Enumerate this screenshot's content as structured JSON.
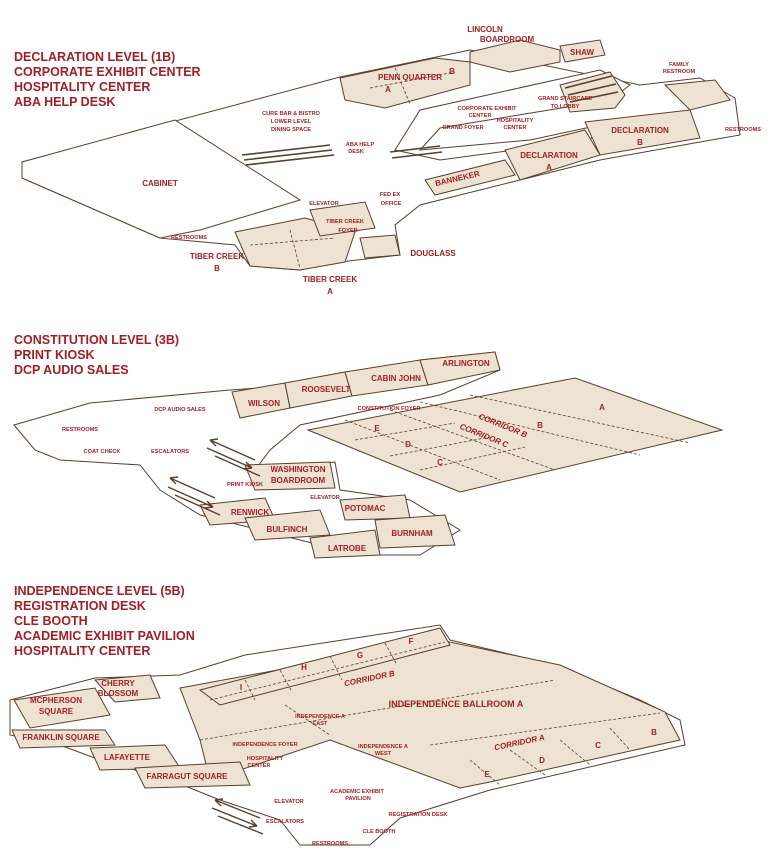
{
  "levels": [
    {
      "headings": [
        "DECLARATION LEVEL (1B)",
        "CORPORATE EXHIBIT CENTER",
        "HOSPITALITY CENTER",
        "ABA HELP DESK"
      ],
      "rooms": {
        "lincoln_boardroom": [
          "LINCOLN",
          "BOARDROOM"
        ],
        "shaw": "SHAW",
        "family_restroom": [
          "FAMILY",
          "RESTROOM"
        ],
        "penn_quarter": "PENN QUARTER",
        "penn_a": "A",
        "penn_b": "B",
        "grand_staircase": [
          "GRAND STAIRCASE",
          "TO LOBBY"
        ],
        "corporate_exhibit_center": [
          "CORPORATE EXHIBIT",
          "CENTER"
        ],
        "hospitality_center": [
          "HOSPITALITY",
          "CENTER"
        ],
        "grand_foyer": "GRAND FOYER",
        "restrooms_right": "RESTROOMS",
        "declaration_b": [
          "DECLARATION",
          "B"
        ],
        "declaration_a": [
          "DECLARATION",
          "A"
        ],
        "cure_bar": [
          "CURE BAR & BISTRO",
          "LOWER LEVEL",
          "DINING SPACE"
        ],
        "aba_help_desk": [
          "ABA HELP",
          "DESK"
        ],
        "banneker": "BANNEKER",
        "cabinet": "CABINET",
        "fedex_office": [
          "FED EX",
          "OFFICE"
        ],
        "elevator": "ELEVATOR",
        "tiber_creek_foyer": [
          "TIBER CREEK",
          "FOYER"
        ],
        "restrooms_left": "RESTROOMS",
        "douglass": "DOUGLASS",
        "tiber_creek_b": [
          "TIBER CREEK",
          "B"
        ],
        "tiber_creek_a": [
          "TIBER CREEK",
          "A"
        ]
      }
    },
    {
      "headings": [
        "CONSTITUTION LEVEL (3B)",
        "PRINT KIOSK",
        "DCP AUDIO SALES"
      ],
      "rooms": {
        "arlington": "ARLINGTON",
        "cabin_john": "CABIN JOHN",
        "roosevelt": "ROOSEVELT",
        "wilson": "WILSON",
        "dcp_audio_sales": "DCP AUDIO SALES",
        "constitution_foyer": "CONSTITUTION FOYER",
        "restrooms": "RESTROOMS",
        "coat_check": "COAT CHECK",
        "escalators": "ESCALATORS",
        "a": "A",
        "b": "B",
        "e": "E",
        "d": "D",
        "c": "C",
        "corridor_b": "CORRIDOR B",
        "corridor_c": "CORRIDOR C",
        "washington_boardroom": [
          "WASHINGTON",
          "BOARDROOM"
        ],
        "print_kiosk": "PRINT KIOSK",
        "elevator": "ELEVATOR",
        "renwick": "RENWICK",
        "potomac": "POTOMAC",
        "bulfinch": "BULFINCH",
        "burnham": "BURNHAM",
        "latrobe": "LATROBE"
      }
    },
    {
      "headings": [
        "INDEPENDENCE LEVEL (5B)",
        "REGISTRATION DESK",
        "CLE BOOTH",
        "ACADEMIC  EXHIBIT PAVILION",
        "HOSPITALITY CENTER"
      ],
      "rooms": {
        "f": "F",
        "g": "G",
        "h": "H",
        "i": "I",
        "cherry_blossom": [
          "CHERRY",
          "BLOSSOM"
        ],
        "mcpherson_square": [
          "MCPHERSON",
          "SQUARE"
        ],
        "corridor_b": "CORRIDOR B",
        "independence_ballroom_a": "INDEPENDENCE BALLROOM A",
        "independence_a_east": [
          "INDEPENDENCE A",
          "EAST"
        ],
        "franklin_square": "FRANKLIN SQUARE",
        "lafayette": "LAFAYETTE",
        "independence_foyer": "INDEPENDENCE FOYER",
        "independence_a_west": [
          "INDEPENDENCE A",
          "WEST"
        ],
        "corridor_a": "CORRIDOR A",
        "b": "B",
        "c": "C",
        "d": "D",
        "e": "E",
        "hospitality_center": [
          "HOSPITALITY",
          "CENTER"
        ],
        "farragut_square": "FARRAGUT SQUARE",
        "academic_exhibit_pavilion": [
          "ACADEMIC EXHIBIT",
          "PAVILION"
        ],
        "elevator": "ELEVATOR",
        "registration_desk": "REGISTRATION DESK",
        "escalators": "ESCALATORS",
        "cle_booth": "CLE BOOTH",
        "restrooms": "RESTROOMS"
      }
    }
  ],
  "colors": {
    "label": "#a11f24",
    "room_fill": "#eee3d3",
    "outline": "#5a3f2c",
    "background": "#ffffff"
  }
}
